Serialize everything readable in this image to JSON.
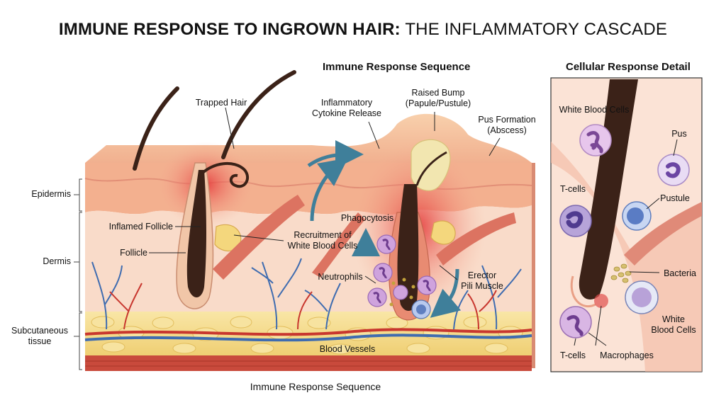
{
  "title": {
    "bold": "IMMUNE RESPONSE TO INGROWN HAIR:",
    "regular": " THE INFLAMMATORY CASCADE"
  },
  "sections": {
    "sequence": "Immune Response Sequence",
    "detail": "Cellular Response Detail"
  },
  "layers": {
    "epidermis": "Epidermis",
    "dermis": "Dermis",
    "subcutaneous": "Subcutaneous\ntissue"
  },
  "labels": {
    "trapped_hair": "Trapped Hair",
    "cytokine": "Inflammatory\nCytokine Release",
    "raised_bump": "Raised Bump\n(Papule/Pustule)",
    "pus_formation": "Pus Formation\n(Abscess)",
    "inflamed_follicle": "Inflamed Follicle",
    "follicle": "Follicle",
    "phagocytosis": "Phagocytosis",
    "recruitment": "Recruitment of\nWhite Blood Cells",
    "neutrophils": "Neutrophils",
    "erector": "Erector\nPili Muscle",
    "blood_vessels": "Blood Vessels"
  },
  "detail_labels": {
    "wbc": "White Blood Cells",
    "pus": "Pus",
    "tcells_top": "T-cells",
    "pustule": "Pustule",
    "bacteria": "Bacteria",
    "wbc2": "White\nBlood Cells",
    "tcells_bottom": "T-cells",
    "macrophages": "Macrophages"
  },
  "caption": "Immune Response Sequence",
  "colors": {
    "skin_top": "#f6c29c",
    "epidermis": "#f4b596",
    "dermis": "#f9dccb",
    "inflamed": "#ee5a55",
    "fat": "#f5dd8a",
    "muscle_layer": "#c94a3c",
    "hair": "#3b2218",
    "vessel_blue": "#3f6cb0",
    "vessel_red": "#c8372f",
    "cell_purple": "#b98ad0",
    "arrow": "#3f7f9a"
  }
}
